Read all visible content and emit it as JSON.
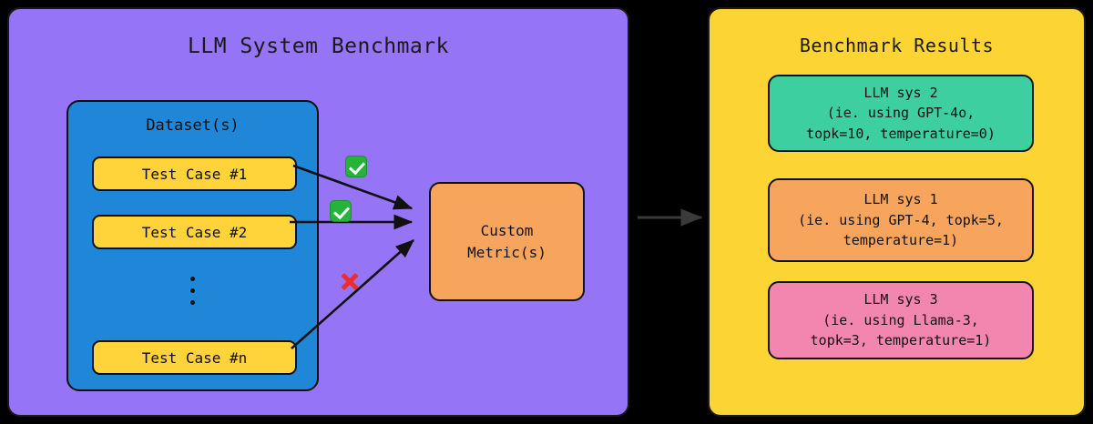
{
  "left_panel": {
    "title": "LLM System Benchmark",
    "bg_color": "#9575f5",
    "dataset": {
      "label": "Dataset(s)",
      "bg_color": "#2086d8",
      "test_cases": [
        {
          "label": "Test Case #1",
          "status": "pass"
        },
        {
          "label": "Test Case #2",
          "status": "pass"
        },
        {
          "label": "Test Case #n",
          "status": "fail"
        }
      ],
      "ellipsis": "vertical-ellipsis"
    },
    "metric_box": {
      "line1": "Custom",
      "line2": "Metric(s)",
      "bg_color": "#f7a55c"
    },
    "status_markers": [
      {
        "type": "check",
        "name": "pass-badge-1",
        "color": "#25b33a"
      },
      {
        "type": "check",
        "name": "pass-badge-2",
        "color": "#25b33a"
      },
      {
        "type": "cross",
        "name": "fail-badge-n",
        "color": "#ef2b2b"
      }
    ]
  },
  "connector": {
    "name": "panel-connector-arrow",
    "color": "#3a3a3a"
  },
  "right_panel": {
    "title": "Benchmark Results",
    "bg_color": "#fcd535",
    "cards": [
      {
        "name": "llm-sys-2",
        "line1": "LLM sys 2",
        "line2": "(ie. using GPT-4o,",
        "line3": "topk=10, temperature=0)",
        "bg_color": "#3ecfa0"
      },
      {
        "name": "llm-sys-1",
        "line1": "LLM sys 1",
        "line2": "(ie. using GPT-4, topk=5,",
        "line3": "temperature=1)",
        "bg_color": "#f7a55c"
      },
      {
        "name": "llm-sys-3",
        "line1": "LLM sys 3",
        "line2": "(ie. using Llama-3,",
        "line3": "topk=3, temperature=1)",
        "bg_color": "#f286ae"
      }
    ]
  }
}
